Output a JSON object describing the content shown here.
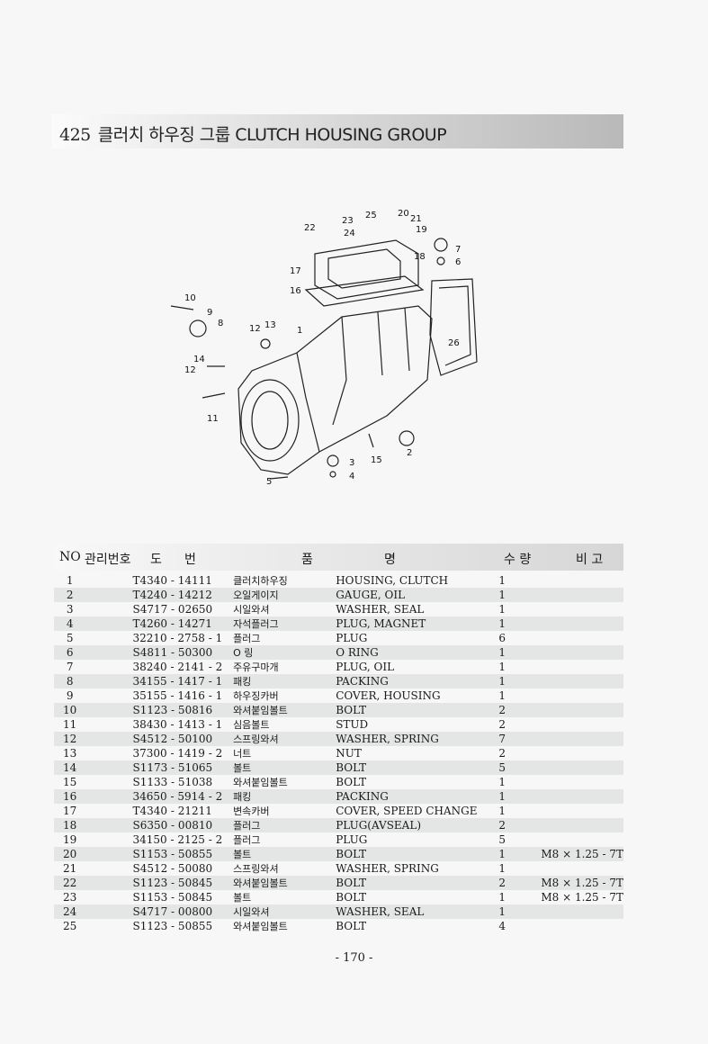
{
  "title": {
    "number": "425",
    "text": "클러치 하우징 그룹 CLUTCH HOUSING GROUP"
  },
  "diagram_callouts": [
    "1",
    "2",
    "3",
    "4",
    "5",
    "6",
    "7",
    "8",
    "9",
    "10",
    "11",
    "12",
    "12",
    "13",
    "14",
    "15",
    "16",
    "17",
    "18",
    "19",
    "20",
    "21",
    "22",
    "23",
    "24",
    "25",
    "26"
  ],
  "table_header": {
    "no": "NO",
    "mgmt": "관리번호",
    "drawing_1": "도",
    "drawing_2": "번",
    "name_1": "품",
    "name_2": "명",
    "qty": "수 량",
    "remark": "비 고"
  },
  "parts": [
    {
      "no": "1",
      "part_no": "T4340 - 14111",
      "name_kr": "클러치하우징",
      "name_en": "HOUSING, CLUTCH",
      "qty": "1",
      "remark": ""
    },
    {
      "no": "2",
      "part_no": "T4240 - 14212",
      "name_kr": "오일게이지",
      "name_en": "GAUGE, OIL",
      "qty": "1",
      "remark": ""
    },
    {
      "no": "3",
      "part_no": "S4717 - 02650",
      "name_kr": "시일와셔",
      "name_en": "WASHER, SEAL",
      "qty": "1",
      "remark": ""
    },
    {
      "no": "4",
      "part_no": "T4260 - 14271",
      "name_kr": "자석플러그",
      "name_en": "PLUG, MAGNET",
      "qty": "1",
      "remark": ""
    },
    {
      "no": "5",
      "part_no": "32210 - 2758 - 1",
      "name_kr": "플러그",
      "name_en": "PLUG",
      "qty": "6",
      "remark": ""
    },
    {
      "no": "6",
      "part_no": "S4811 - 50300",
      "name_kr": "O 링",
      "name_en": "O RING",
      "qty": "1",
      "remark": ""
    },
    {
      "no": "7",
      "part_no": "38240 - 2141 - 2",
      "name_kr": "주유구마개",
      "name_en": "PLUG, OIL",
      "qty": "1",
      "remark": ""
    },
    {
      "no": "8",
      "part_no": "34155 - 1417 - 1",
      "name_kr": "패킹",
      "name_en": "PACKING",
      "qty": "1",
      "remark": ""
    },
    {
      "no": "9",
      "part_no": "35155 - 1416 - 1",
      "name_kr": "하우징카버",
      "name_en": "COVER, HOUSING",
      "qty": "1",
      "remark": ""
    },
    {
      "no": "10",
      "part_no": "S1123 - 50816",
      "name_kr": "와셔붙임볼트",
      "name_en": "BOLT",
      "qty": "2",
      "remark": ""
    },
    {
      "no": "11",
      "part_no": "38430 - 1413 - 1",
      "name_kr": "심음볼트",
      "name_en": "STUD",
      "qty": "2",
      "remark": ""
    },
    {
      "no": "12",
      "part_no": "S4512 - 50100",
      "name_kr": "스프링와셔",
      "name_en": "WASHER, SPRING",
      "qty": "7",
      "remark": ""
    },
    {
      "no": "13",
      "part_no": "37300 - 1419 - 2",
      "name_kr": "너트",
      "name_en": "NUT",
      "qty": "2",
      "remark": ""
    },
    {
      "no": "14",
      "part_no": "S1173 - 51065",
      "name_kr": "볼트",
      "name_en": "BOLT",
      "qty": "5",
      "remark": ""
    },
    {
      "no": "15",
      "part_no": "S1133 - 51038",
      "name_kr": "와셔붙임볼트",
      "name_en": "BOLT",
      "qty": "1",
      "remark": ""
    },
    {
      "no": "16",
      "part_no": "34650 - 5914 - 2",
      "name_kr": "패킹",
      "name_en": "PACKING",
      "qty": "1",
      "remark": ""
    },
    {
      "no": "17",
      "part_no": "T4340 - 21211",
      "name_kr": "변속카버",
      "name_en": "COVER, SPEED CHANGE",
      "qty": "1",
      "remark": ""
    },
    {
      "no": "18",
      "part_no": "S6350 - 00810",
      "name_kr": "플러그",
      "name_en": "PLUG(AVSEAL)",
      "qty": "2",
      "remark": ""
    },
    {
      "no": "19",
      "part_no": "34150 - 2125 - 2",
      "name_kr": "플러그",
      "name_en": "PLUG",
      "qty": "5",
      "remark": ""
    },
    {
      "no": "20",
      "part_no": "S1153 - 50855",
      "name_kr": "볼트",
      "name_en": "BOLT",
      "qty": "1",
      "remark": "M8 × 1.25 - 7T"
    },
    {
      "no": "21",
      "part_no": "S4512 - 50080",
      "name_kr": "스프링와셔",
      "name_en": "WASHER, SPRING",
      "qty": "1",
      "remark": ""
    },
    {
      "no": "22",
      "part_no": "S1123 - 50845",
      "name_kr": "와셔붙임볼트",
      "name_en": "BOLT",
      "qty": "2",
      "remark": "M8 × 1.25 - 7T"
    },
    {
      "no": "23",
      "part_no": "S1153 - 50845",
      "name_kr": "볼트",
      "name_en": "BOLT",
      "qty": "1",
      "remark": "M8 × 1.25 - 7T"
    },
    {
      "no": "24",
      "part_no": "S4717 - 00800",
      "name_kr": "시일와셔",
      "name_en": "WASHER, SEAL",
      "qty": "1",
      "remark": ""
    },
    {
      "no": "25",
      "part_no": "S1123 - 50855",
      "name_kr": "와셔붙임볼트",
      "name_en": "BOLT",
      "qty": "4",
      "remark": ""
    }
  ],
  "page_number": "- 170 -"
}
